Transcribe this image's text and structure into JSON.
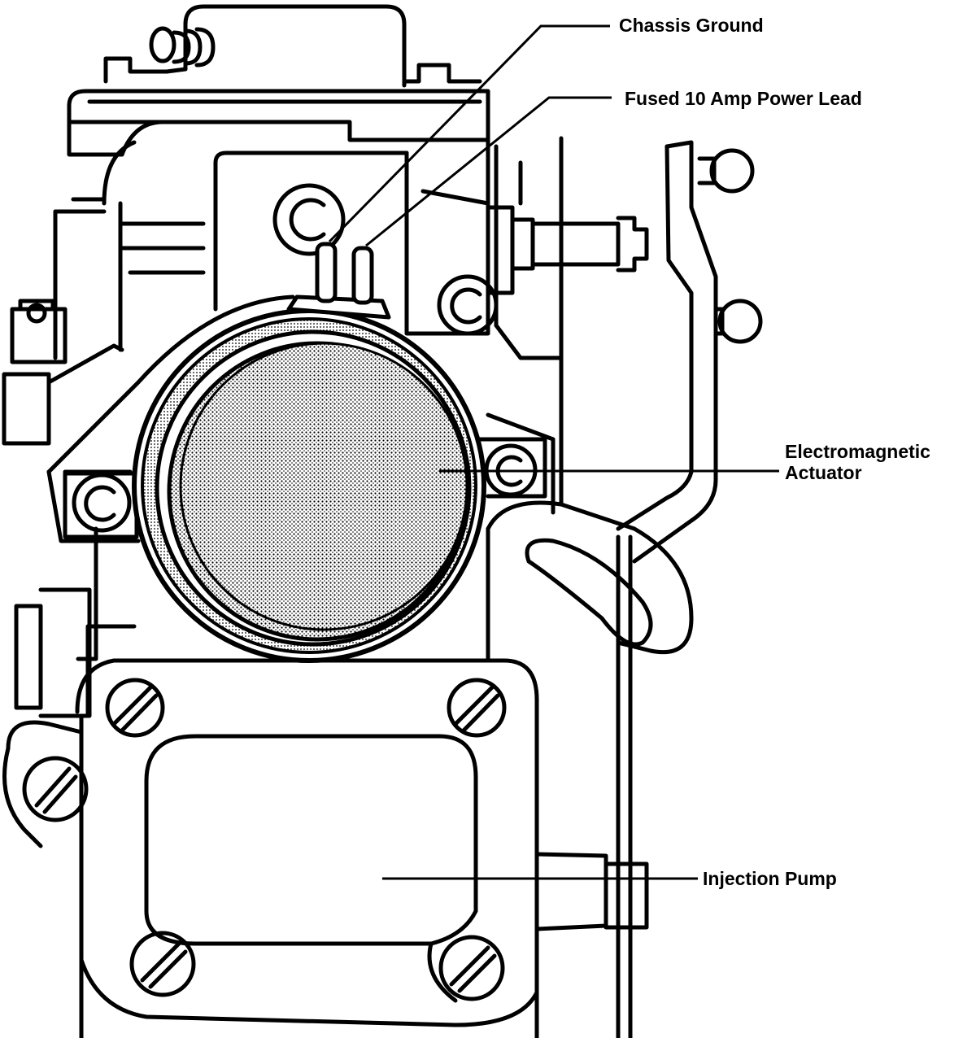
{
  "labels": {
    "chassis_ground": "Chassis Ground",
    "power_lead": "Fused 10 Amp Power Lead",
    "actuator_line1": "Electromagnetic",
    "actuator_line2": "Actuator",
    "injection_pump": "Injection Pump"
  },
  "colors": {
    "ink": "#000000",
    "paper": "#ffffff",
    "stipple": "#8a8a8a"
  }
}
